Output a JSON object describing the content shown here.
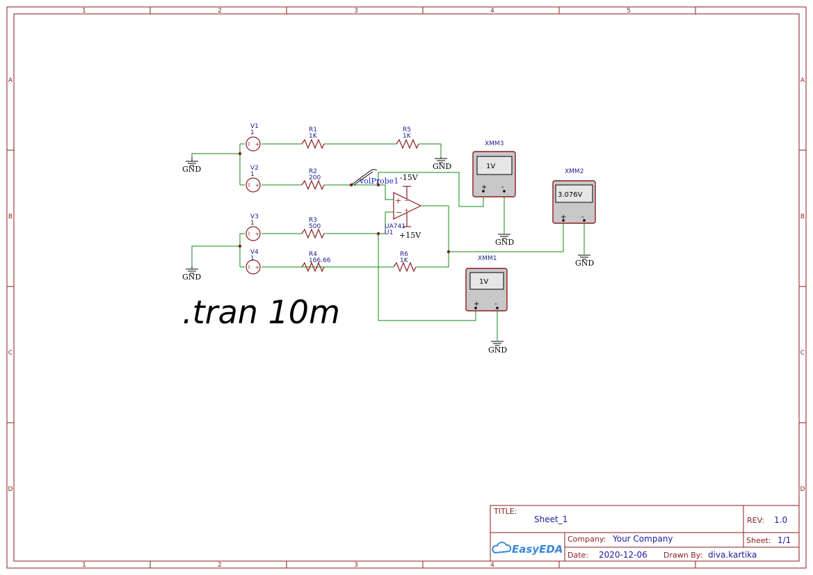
{
  "frame": {
    "col_labels": [
      "1",
      "2",
      "3",
      "4",
      "5"
    ],
    "row_labels": [
      "A",
      "B",
      "C",
      "D"
    ]
  },
  "sources": [
    {
      "ref": "V1",
      "value": "1"
    },
    {
      "ref": "V2",
      "value": "1"
    },
    {
      "ref": "V3",
      "value": "1"
    },
    {
      "ref": "V4",
      "value": "1"
    }
  ],
  "resistors": [
    {
      "ref": "R1",
      "value": "1K"
    },
    {
      "ref": "R2",
      "value": "200"
    },
    {
      "ref": "R3",
      "value": "500"
    },
    {
      "ref": "R4",
      "value": "166.66"
    },
    {
      "ref": "R5",
      "value": "1K"
    },
    {
      "ref": "R6",
      "value": "1K"
    }
  ],
  "opamp": {
    "model": "UA741",
    "ref": "U1",
    "pos_supply": "+15V",
    "neg_supply": "-15V"
  },
  "probe": {
    "name": "volProbe1"
  },
  "multimeters": [
    {
      "ref": "XMM3",
      "reading": "1V"
    },
    {
      "ref": "XMM2",
      "reading": "3.076V"
    },
    {
      "ref": "XMM1",
      "reading": "1V"
    }
  ],
  "ground_label": "GND",
  "directive": ".tran 10m",
  "title_block": {
    "title_key": "TITLE:",
    "title": "Sheet_1",
    "rev_key": "REV:",
    "rev": "1.0",
    "company_key": "Company:",
    "company": "Your Company",
    "sheet_key": "Sheet:",
    "sheet": "1/1",
    "date_key": "Date:",
    "date": "2020-12-06",
    "drawn_key": "Drawn By:",
    "drawn_by": "diva.kartika",
    "logo_text": "EasyEDA"
  }
}
